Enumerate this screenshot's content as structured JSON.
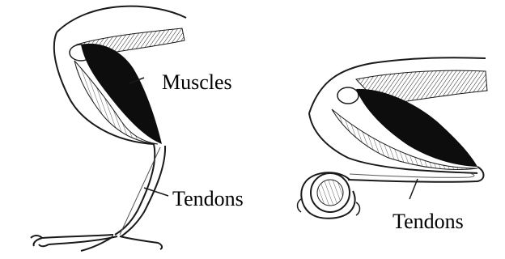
{
  "labels": {
    "muscles": "Muscles",
    "tendons_left": "Tendons",
    "tendons_right": "Tendons"
  },
  "colors": {
    "ink": "#1a1a1a",
    "muscle_dark": "#0d0d0d",
    "paper": "#ffffff"
  }
}
